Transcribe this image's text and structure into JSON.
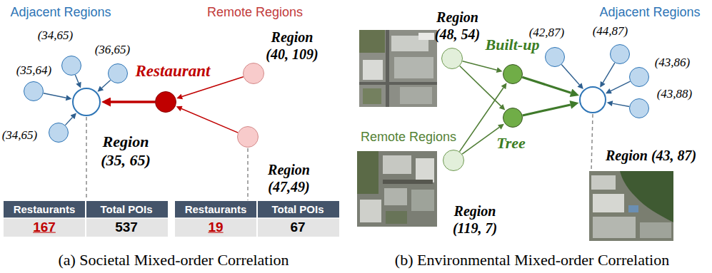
{
  "diagram": {
    "nodes": [
      {
        "text": [
          "Region (35, 65)"
        ]
      },
      {
        "text": [
          "(34,65)"
        ]
      },
      {
        "text": [
          "(36,65)"
        ]
      },
      {
        "text": [
          "(35,64)"
        ]
      },
      {
        "text": [
          "(34,65)"
        ]
      },
      {
        "text": [
          "Restaurant"
        ]
      },
      {
        "text": [
          "Region (40, 109)"
        ]
      },
      {
        "text": [
          "Region (47,49)"
        ]
      },
      {
        "text": [
          "Region (48, 54)"
        ]
      },
      {
        "text": [
          "Built-up"
        ]
      },
      {
        "text": [
          "Tree"
        ]
      },
      {
        "text": [
          "Region (119, 7)"
        ]
      },
      {
        "text": [
          "Region (43, 87)"
        ]
      },
      {
        "text": [
          "(42,87)"
        ]
      },
      {
        "text": [
          "(44,87)"
        ]
      },
      {
        "text": [
          "(43,86)"
        ]
      },
      {
        "text": [
          "(43,88)"
        ]
      }
    ],
    "edges": [
      {
        "from": 1,
        "to": 0,
        "arrow": "to"
      },
      {
        "from": 2,
        "to": 0,
        "arrow": "to"
      },
      {
        "from": 3,
        "to": 0,
        "arrow": "to"
      },
      {
        "from": 4,
        "to": 0,
        "arrow": "to"
      },
      {
        "from": 6,
        "to": 5,
        "arrow": "to"
      },
      {
        "from": 7,
        "to": 5,
        "arrow": "to"
      },
      {
        "from": 5,
        "to": 0,
        "arrow": "to"
      },
      {
        "from": 8,
        "to": 9,
        "arrow": "to"
      },
      {
        "from": 8,
        "to": 10,
        "arrow": "to"
      },
      {
        "from": 11,
        "to": 9,
        "arrow": "to"
      },
      {
        "from": 11,
        "to": 10,
        "arrow": "to"
      },
      {
        "from": 9,
        "to": 12,
        "arrow": "to"
      },
      {
        "from": 10,
        "to": 12,
        "arrow": "to"
      },
      {
        "from": 13,
        "to": 12,
        "arrow": "to"
      },
      {
        "from": 14,
        "to": 12,
        "arrow": "to"
      },
      {
        "from": 15,
        "to": 12,
        "arrow": "to"
      },
      {
        "from": 16,
        "to": 12,
        "arrow": "to"
      }
    ],
    "labels": [
      "Adjacent Regions",
      "Remote Regions",
      "Restaurants",
      "Total POIs",
      "167",
      "537",
      "Restaurants",
      "Total POIs",
      "19",
      "67",
      "(a) Societal Mixed-order Correlation",
      "Remote Regions",
      "Adjacent Regions",
      "(b) Environmental Mixed-order Correlation"
    ]
  }
}
